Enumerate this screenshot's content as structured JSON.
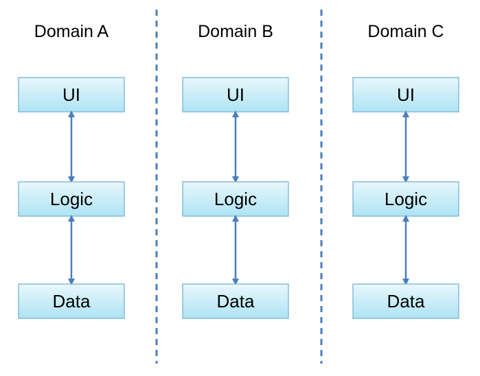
{
  "diagram": {
    "columns": [
      {
        "title": "Domain A",
        "layers": [
          "UI",
          "Logic",
          "Data"
        ]
      },
      {
        "title": "Domain B",
        "layers": [
          "UI",
          "Logic",
          "Data"
        ]
      },
      {
        "title": "Domain C",
        "layers": [
          "UI",
          "Logic",
          "Data"
        ]
      }
    ],
    "colors": {
      "box_top": "#e9f7fc",
      "box_bottom": "#aee3f4",
      "box_border": "#7cb8d6",
      "arrow": "#4a7ebb",
      "divider": "#4a7ebb",
      "text": "#000000"
    }
  }
}
